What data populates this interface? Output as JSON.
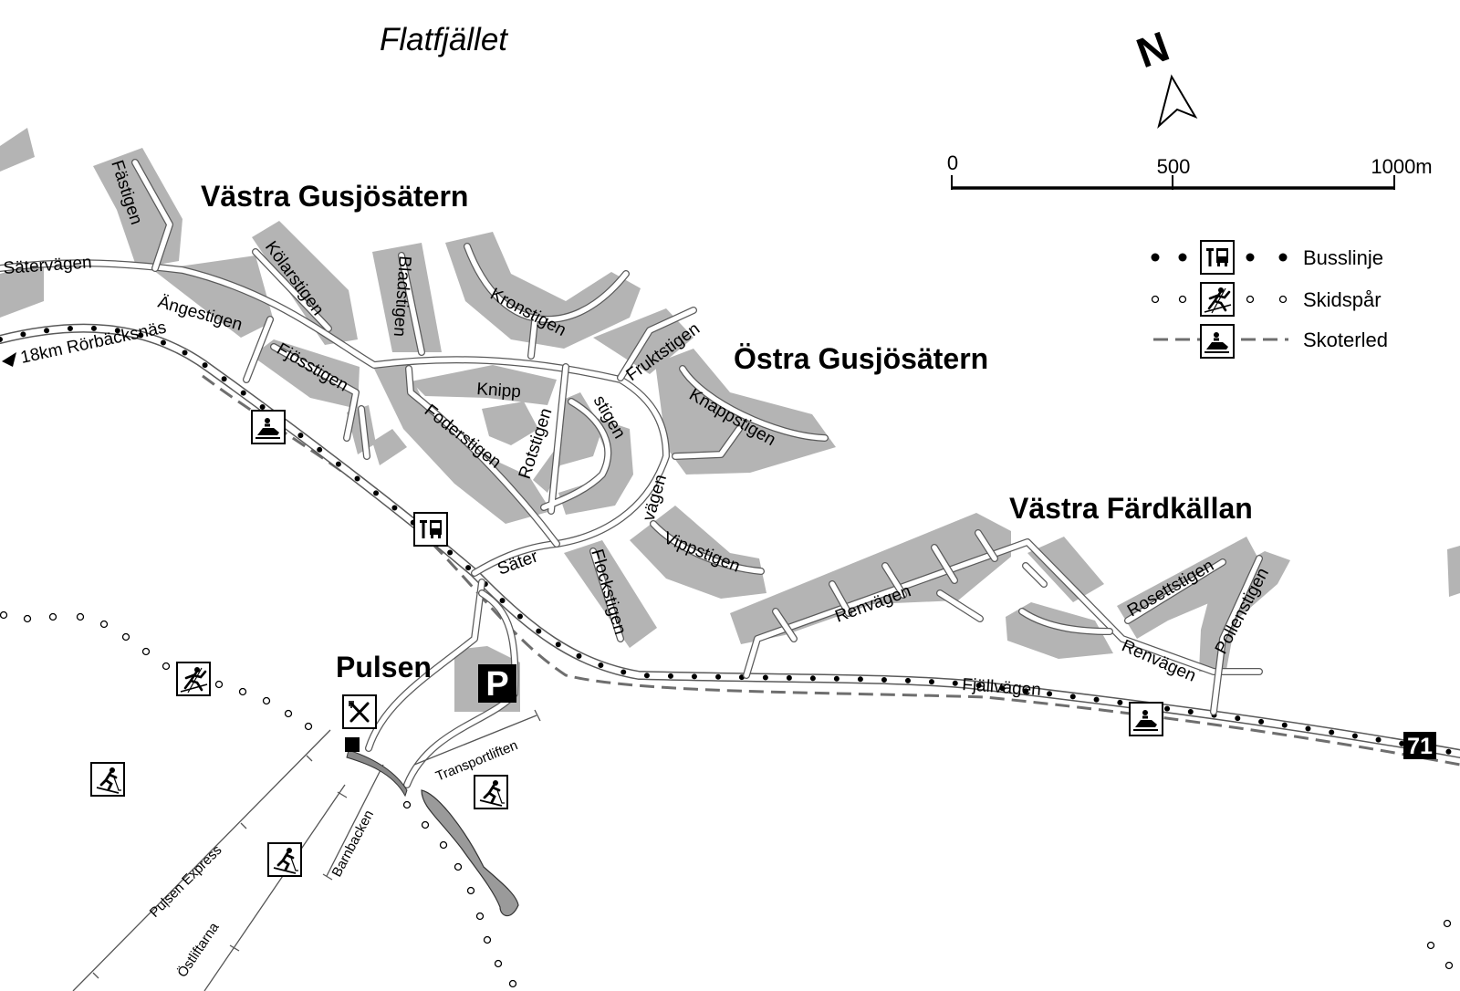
{
  "title": "Flatfjället",
  "districts": {
    "vastra_gusjosatern": "Västra Gusjösätern",
    "ostra_gusjosatern": "Östra Gusjösätern",
    "vastra_fardkallan": "Västra Färdkällan",
    "pulsen": "Pulsen"
  },
  "streets": {
    "fastigen": "Fästigen",
    "satervagen_w": "Sätervägen",
    "angestigen": "Ängestigen",
    "fjosstigen": "Fjösstigen",
    "kolarstigen": "Kölarstigen",
    "bladstigen": "Bladstigen",
    "kronstigen": "Kronstigen",
    "fruktstigen": "Fruktstigen",
    "knipp": "Knipp",
    "stigen": "stigen",
    "foderstigen": "Foderstigen",
    "rotstigen": "Rotstigen",
    "knappstigen": "Knappstigen",
    "vagen": "vägen",
    "sater": "Säter",
    "flockstigen": "Flockstigen",
    "vippstigen": "Vippstigen",
    "renvagen_1": "Renvägen",
    "renvagen_2": "Renvägen",
    "rosettstigen": "Rosettstigen",
    "pollenstigen": "Pollenstigen",
    "fjallvagen": "Fjällvägen"
  },
  "direction_label": "18km Rörbäcksnäs",
  "lifts": {
    "transportliften": "Transportliften",
    "barnbacken": "Barnbacken",
    "pulsen_express": "Pulsen Express",
    "ostliftarna": "Östliftarna"
  },
  "road_number": "71",
  "parking_symbol": "P",
  "north_label": "N",
  "scale_bar": {
    "ticks": [
      "0",
      "500",
      "1000m"
    ]
  },
  "legend": [
    {
      "label": "Busslinje",
      "icon": "bus-stop-icon"
    },
    {
      "label": "Skidspår",
      "icon": "cross-country-ski-icon"
    },
    {
      "label": "Skoterled",
      "icon": "snowmobile-icon"
    }
  ],
  "colors": {
    "plot_gray": "#b4b4b4",
    "road_outline": "#5a5a5a",
    "skoter_dash": "#6e6e6e"
  }
}
